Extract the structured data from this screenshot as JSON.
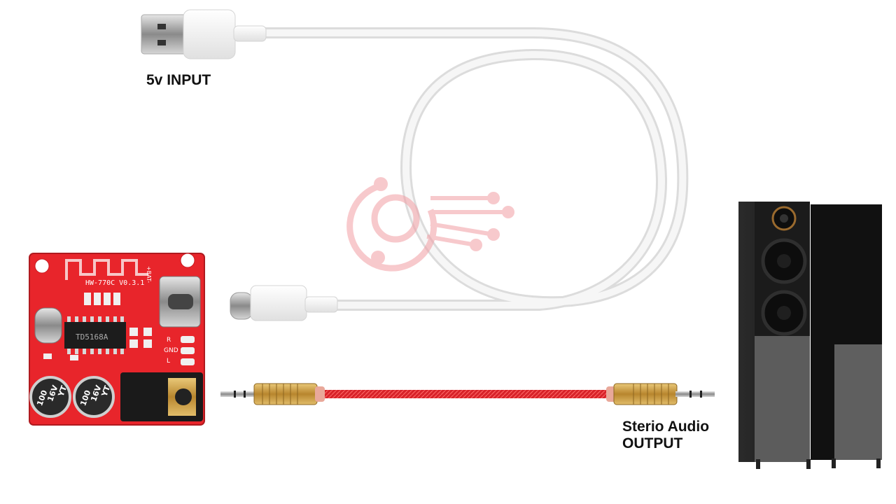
{
  "labels": {
    "input": "5v INPUT",
    "output_line1": "Sterio Audio",
    "output_line2": "OUTPUT"
  },
  "board": {
    "model": "HW-770C V0.3.1",
    "chip": "TD5168A",
    "cap_left": [
      "100",
      "16V",
      "YT"
    ],
    "cap_right": [
      "100",
      "16V",
      "YT"
    ],
    "pin_r": "R",
    "pin_gnd": "GND",
    "pin_l": "L",
    "bat": "+BAT-"
  },
  "colors": {
    "board": "#e8252b",
    "cable_white": "#f1f1f1",
    "audio_cable": "#d8232a",
    "gold": "#c9a24a",
    "speaker": "#1a1a1a",
    "watermark": "#f4b8bc"
  }
}
